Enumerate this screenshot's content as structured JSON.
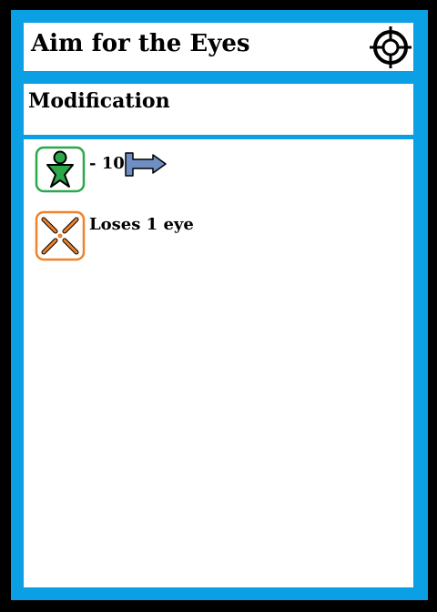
{
  "card": {
    "title": "Aim for the Eyes",
    "type": "Modification",
    "title_icon": "crosshair-icon",
    "colors": {
      "frame": "#0ba0e3",
      "background": "#000000",
      "panel": "#ffffff"
    },
    "effects": [
      {
        "icon": "green-figure-icon",
        "icon_color": "#2aa84a",
        "text": "- 10",
        "suffix_icon": "move-arrow-icon"
      },
      {
        "icon": "orange-eye-x-icon",
        "icon_color": "#f0822a",
        "text": "Loses 1 eye"
      }
    ]
  }
}
